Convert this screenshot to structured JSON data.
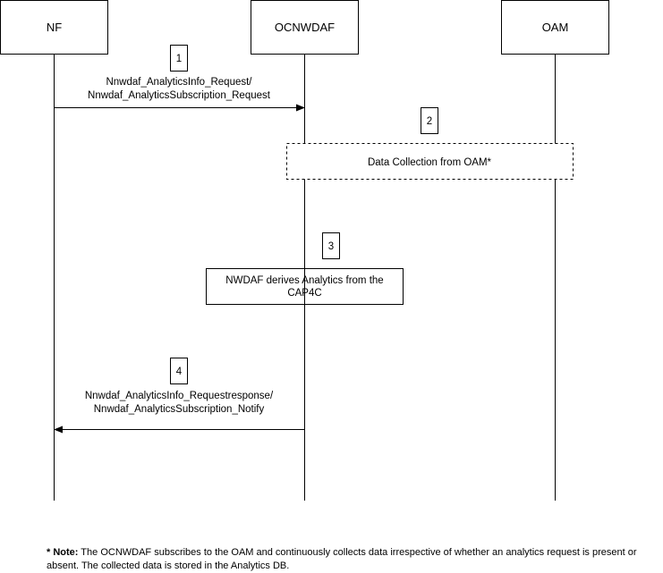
{
  "participants": {
    "nf": "NF",
    "ocnwdaf": "OCNWDAF",
    "oam": "OAM"
  },
  "steps": {
    "s1": {
      "number": "1",
      "line1": "Nnwdaf_AnalyticsInfo_Request/",
      "line2": "Nnwdaf_AnalyticsSubscription_Request"
    },
    "s2": {
      "number": "2",
      "box": "Data Collection from OAM*"
    },
    "s3": {
      "number": "3",
      "line1": "NWDAF derives Analytics from the",
      "line2": "CAP4C"
    },
    "s4": {
      "number": "4",
      "line1": "Nnwdaf_AnalyticsInfo_Requestresponse/",
      "line2": "Nnwdaf_AnalyticsSubscription_Notify"
    }
  },
  "note": {
    "prefix": "* Note:",
    "text": " The OCNWDAF  subscribes to the OAM and continuously collects data irrespective of whether an analytics request is present or absent. The collected data is stored in the Analytics DB."
  }
}
